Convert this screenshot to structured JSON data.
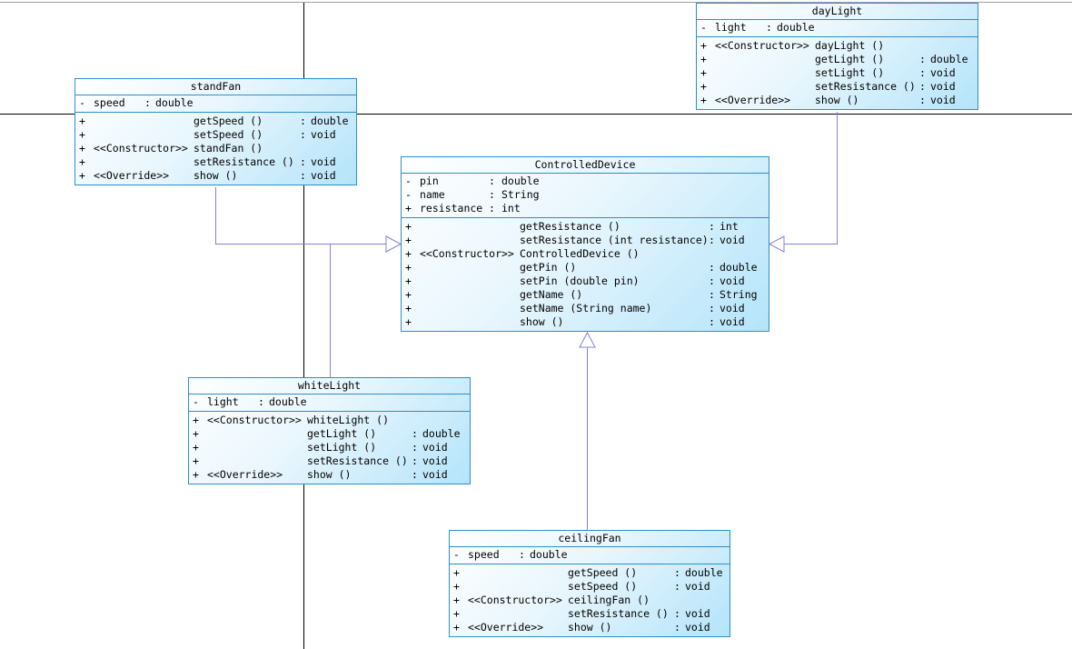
{
  "classes": {
    "daylight": {
      "name": "dayLight",
      "attributes": [
        {
          "vis": "-",
          "name": "light",
          "sep": ":",
          "type": "double"
        }
      ],
      "operations": [
        {
          "vis": "+",
          "stereo": "<<Constructor>>",
          "name": "dayLight ()",
          "sep": "",
          "type": ""
        },
        {
          "vis": "+",
          "stereo": "",
          "name": "getLight ()",
          "sep": ":",
          "type": "double"
        },
        {
          "vis": "+",
          "stereo": "",
          "name": "setLight ()",
          "sep": ":",
          "type": "void"
        },
        {
          "vis": "+",
          "stereo": "",
          "name": "setResistance ()",
          "sep": ":",
          "type": "void"
        },
        {
          "vis": "+",
          "stereo": "<<Override>>",
          "name": "show ()",
          "sep": ":",
          "type": "void"
        }
      ]
    },
    "standfan": {
      "name": "standFan",
      "attributes": [
        {
          "vis": "-",
          "name": "speed",
          "sep": ":",
          "type": "double"
        }
      ],
      "operations": [
        {
          "vis": "+",
          "stereo": "",
          "name": "getSpeed ()",
          "sep": ":",
          "type": "double"
        },
        {
          "vis": "+",
          "stereo": "",
          "name": "setSpeed ()",
          "sep": ":",
          "type": "void"
        },
        {
          "vis": "+",
          "stereo": "<<Constructor>>",
          "name": "standFan ()",
          "sep": "",
          "type": ""
        },
        {
          "vis": "+",
          "stereo": "",
          "name": "setResistance ()",
          "sep": ":",
          "type": "void"
        },
        {
          "vis": "+",
          "stereo": "<<Override>>",
          "name": "show ()",
          "sep": ":",
          "type": "void"
        }
      ]
    },
    "controlleddevice": {
      "name": "ControlledDevice",
      "attributes": [
        {
          "vis": "-",
          "name": "pin",
          "sep": ":",
          "type": "double"
        },
        {
          "vis": "-",
          "name": "name",
          "sep": ":",
          "type": "String"
        },
        {
          "vis": "+",
          "name": "resistance",
          "sep": ":",
          "type": "int"
        }
      ],
      "operations": [
        {
          "vis": "+",
          "stereo": "",
          "name": "getResistance ()",
          "sep": ":",
          "type": "int"
        },
        {
          "vis": "+",
          "stereo": "",
          "name": "setResistance (int resistance)",
          "sep": ":",
          "type": "void"
        },
        {
          "vis": "+",
          "stereo": "<<Constructor>>",
          "name": "ControlledDevice ()",
          "sep": "",
          "type": ""
        },
        {
          "vis": "+",
          "stereo": "",
          "name": "getPin ()",
          "sep": ":",
          "type": "double"
        },
        {
          "vis": "+",
          "stereo": "",
          "name": "setPin (double pin)",
          "sep": ":",
          "type": "void"
        },
        {
          "vis": "+",
          "stereo": "",
          "name": "getName ()",
          "sep": ":",
          "type": "String"
        },
        {
          "vis": "+",
          "stereo": "",
          "name": "setName (String name)",
          "sep": ":",
          "type": "void"
        },
        {
          "vis": "+",
          "stereo": "",
          "name": "show ()",
          "sep": ":",
          "type": "void"
        }
      ]
    },
    "whitelight": {
      "name": "whiteLight",
      "attributes": [
        {
          "vis": "-",
          "name": "light",
          "sep": ":",
          "type": "double"
        }
      ],
      "operations": [
        {
          "vis": "+",
          "stereo": "<<Constructor>>",
          "name": "whiteLight ()",
          "sep": "",
          "type": ""
        },
        {
          "vis": "+",
          "stereo": "",
          "name": "getLight ()",
          "sep": ":",
          "type": "double"
        },
        {
          "vis": "+",
          "stereo": "",
          "name": "setLight ()",
          "sep": ":",
          "type": "void"
        },
        {
          "vis": "+",
          "stereo": "",
          "name": "setResistance ()",
          "sep": ":",
          "type": "void"
        },
        {
          "vis": "+",
          "stereo": "<<Override>>",
          "name": "show ()",
          "sep": ":",
          "type": "void"
        }
      ]
    },
    "ceilingfan": {
      "name": "ceilingFan",
      "attributes": [
        {
          "vis": "-",
          "name": "speed",
          "sep": ":",
          "type": "double"
        }
      ],
      "operations": [
        {
          "vis": "+",
          "stereo": "",
          "name": "getSpeed ()",
          "sep": ":",
          "type": "double"
        },
        {
          "vis": "+",
          "stereo": "",
          "name": "setSpeed ()",
          "sep": ":",
          "type": "void"
        },
        {
          "vis": "+",
          "stereo": "<<Constructor>>",
          "name": "ceilingFan ()",
          "sep": "",
          "type": ""
        },
        {
          "vis": "+",
          "stereo": "",
          "name": "setResistance ()",
          "sep": ":",
          "type": "void"
        },
        {
          "vis": "+",
          "stereo": "<<Override>>",
          "name": "show ()",
          "sep": ":",
          "type": "void"
        }
      ]
    }
  },
  "colors": {
    "class_border": "#2c8ec9",
    "connector": "#8080d8",
    "page_guide": "#000000"
  }
}
